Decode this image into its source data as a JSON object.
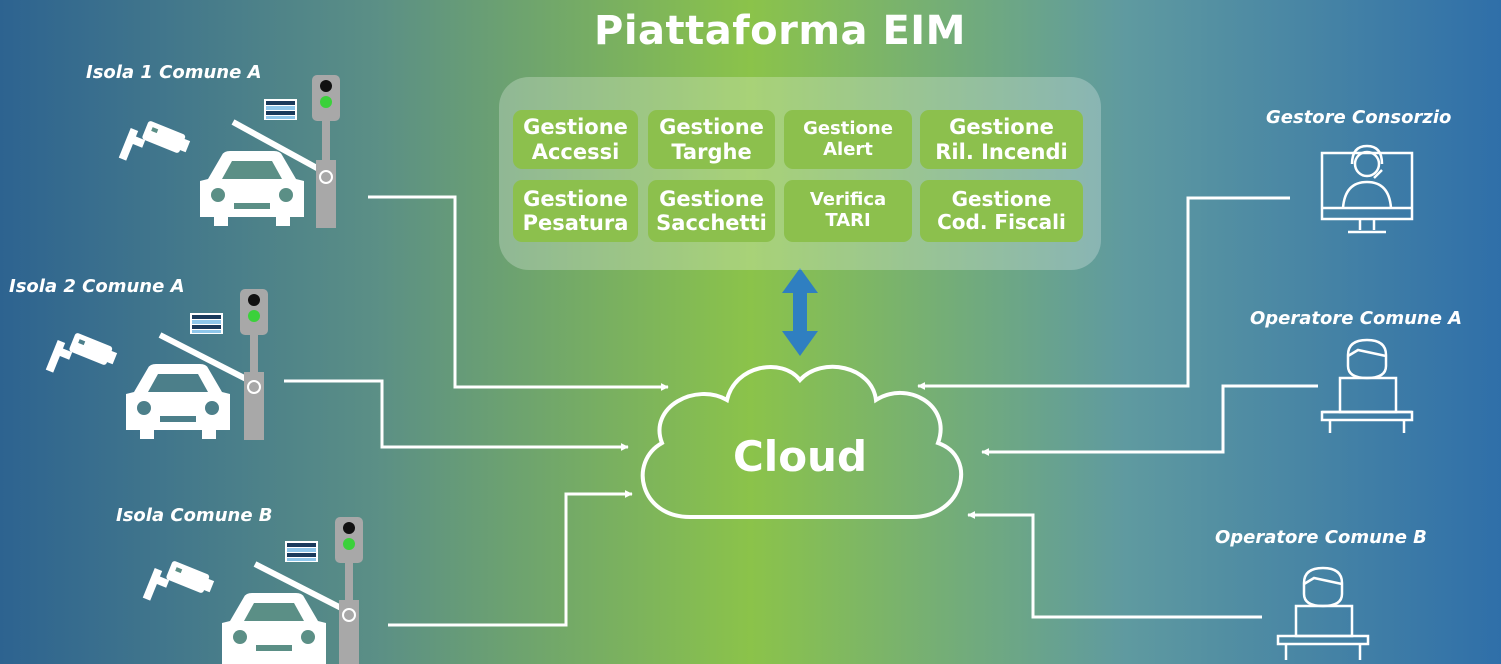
{
  "title": "Piattaforma EIM",
  "cloud_label": "Cloud",
  "modules": [
    {
      "line1": "Gestione",
      "line2": "Accessi"
    },
    {
      "line1": "Gestione",
      "line2": "Targhe"
    },
    {
      "line1": "Gestione",
      "line2": "Alert"
    },
    {
      "line1": "Gestione",
      "line2": "Ril. Incendi"
    },
    {
      "line1": "Gestione",
      "line2": "Pesatura"
    },
    {
      "line1": "Gestione",
      "line2": "Sacchetti"
    },
    {
      "line1": "Verifica",
      "line2": "TARI"
    },
    {
      "line1": "Gestione",
      "line2": "Cod. Fiscali"
    }
  ],
  "sites": [
    {
      "label": "Isola 1 Comune A"
    },
    {
      "label": "Isola 2 Comune A"
    },
    {
      "label": "Isola Comune B"
    }
  ],
  "users": [
    {
      "label": "Gestore Consorzio",
      "icon": "support-monitor-icon"
    },
    {
      "label": "Operatore Comune A",
      "icon": "operator-laptop-icon"
    },
    {
      "label": "Operatore Comune B",
      "icon": "operator-laptop-icon"
    }
  ],
  "colors": {
    "tile": "#8cc04d",
    "arrow": "#2f7fc1",
    "line": "#ffffff",
    "barrier": "#a8a8a8",
    "light_green": "#3bd13b"
  }
}
